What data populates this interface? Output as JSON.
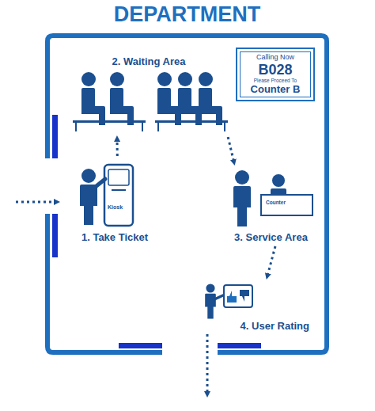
{
  "diagram": {
    "nodes": [
      {
        "text": [
          "DEPARTMENT"
        ]
      },
      {
        "text": [
          "1. Take Ticket"
        ],
        "in": 0
      },
      {
        "text": [
          "2. Waiting Area"
        ],
        "in": 0
      },
      {
        "text": [
          "3. Service Area"
        ],
        "in": 0
      },
      {
        "text": [
          "4. User Rating"
        ],
        "in": 0
      },
      {
        "text": [
          "Calling Now",
          "B028",
          "Please Proceed To",
          "Counter B"
        ],
        "in": 0
      }
    ],
    "edges": [
      {
        "from": 1,
        "to": 2,
        "arrow": "to"
      },
      {
        "from": 2,
        "to": 3,
        "arrow": "to"
      },
      {
        "from": 3,
        "to": 4,
        "arrow": "to"
      }
    ],
    "labels": [
      "Kiosk",
      "Counter"
    ]
  }
}
